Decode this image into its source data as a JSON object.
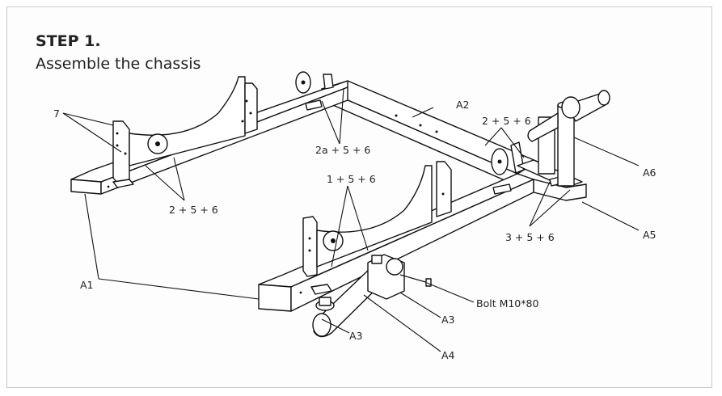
{
  "header": {
    "step": "STEP 1.",
    "subtitle": "Assemble the chassis"
  },
  "callouts": {
    "seven": "7",
    "a2": "A2",
    "two_five_six_top": "2 + 5 + 6",
    "two_a": "2a + 5 + 6",
    "a6": "A6",
    "two_five_six_left": "2 + 5 + 6",
    "one_five_six": "1 + 5 + 6",
    "three_five_six": "3 + 5 + 6",
    "a5": "A5",
    "a1": "A1",
    "bolt": "Bolt M10*80",
    "a3_right": "A3",
    "a3_left": "A3",
    "a4": "A4"
  }
}
